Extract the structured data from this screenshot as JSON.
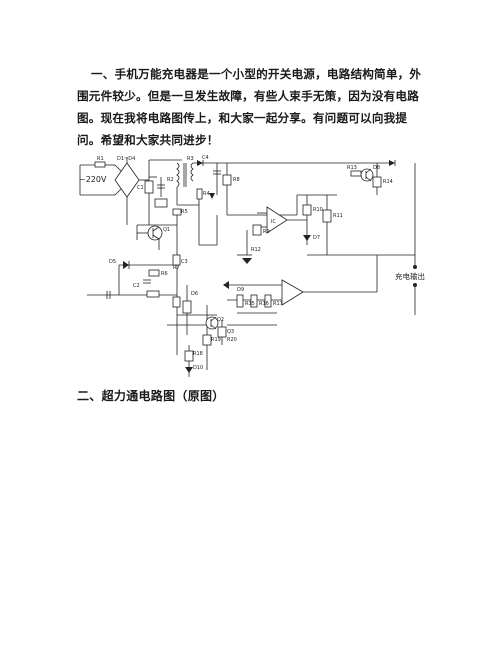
{
  "document": {
    "section1_heading_text": "一、手机万能充电器是一个小型的开关电源，电路结构简单，外围元件较少。但是一旦发生故障，有些人束手无策，因为没有电路图。现在我将电路图传上，和大家一起分享。有问题可以向我提问。希望和大家共同进步！",
    "section2_heading": "二、超力通电路图（原图）"
  },
  "schematic": {
    "input_label": "~220V",
    "output_label": "充电输出",
    "labels": [
      "R1",
      "D1~D4",
      "C1",
      "R2",
      "R3",
      "C4",
      "R4",
      "R5",
      "Q1",
      "D5",
      "R6",
      "R7",
      "C2",
      "C3",
      "D6",
      "R8",
      "IC",
      "R9",
      "R10",
      "R11",
      "R12",
      "D7",
      "D8",
      "R13",
      "D9",
      "R14",
      "R15",
      "R16",
      "R17",
      "R18",
      "Q2",
      "Q3",
      "R19",
      "R20",
      "D10"
    ]
  }
}
